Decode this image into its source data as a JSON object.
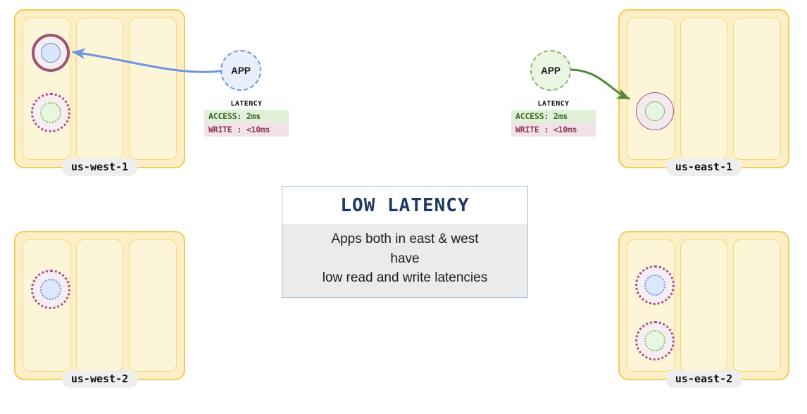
{
  "diagram": {
    "title": "Low latency multi-region replication",
    "colors": {
      "region_border": "#f3cc56",
      "region_fill": "#fcefc7",
      "column_fill": "#fdf5d8",
      "ring_mauve": "#9c5470",
      "inner_blue": "#5a86d8",
      "inner_green": "#79b758",
      "app_blue": "#6e95de",
      "app_green": "#7fbb5e",
      "arrow_blue": "#6d95df",
      "arrow_green": "#4e8a37",
      "callout_border": "#9dc3e6",
      "callout_title": "#1f3864",
      "callout_body_bg": "#ebebeb",
      "access_bg": "#e2f0d9",
      "access_text": "#386b21",
      "write_bg": "#f2e2e8",
      "write_text": "#8a3a54",
      "label_pill_bg": "#eeeeee"
    },
    "regions": [
      {
        "id": "us-west-1",
        "label": "us-west-1"
      },
      {
        "id": "us-east-1",
        "label": "us-east-1"
      },
      {
        "id": "us-west-2",
        "label": "us-west-2"
      },
      {
        "id": "us-east-2",
        "label": "us-east-2"
      }
    ],
    "apps": [
      {
        "id": "app-west",
        "label": "APP"
      },
      {
        "id": "app-east",
        "label": "APP"
      }
    ],
    "latency_west": {
      "title": "LATENCY",
      "access_label": "ACCESS: 2ms",
      "write_label": "WRITE : <10ms"
    },
    "latency_east": {
      "title": "LATENCY",
      "access_label": "ACCESS: 2ms",
      "write_label": "WRITE : <10ms"
    },
    "callout": {
      "title": "LOW  LATENCY",
      "line1": "Apps both in east & west",
      "line2": "have",
      "line3": "low read and write latencies"
    }
  }
}
